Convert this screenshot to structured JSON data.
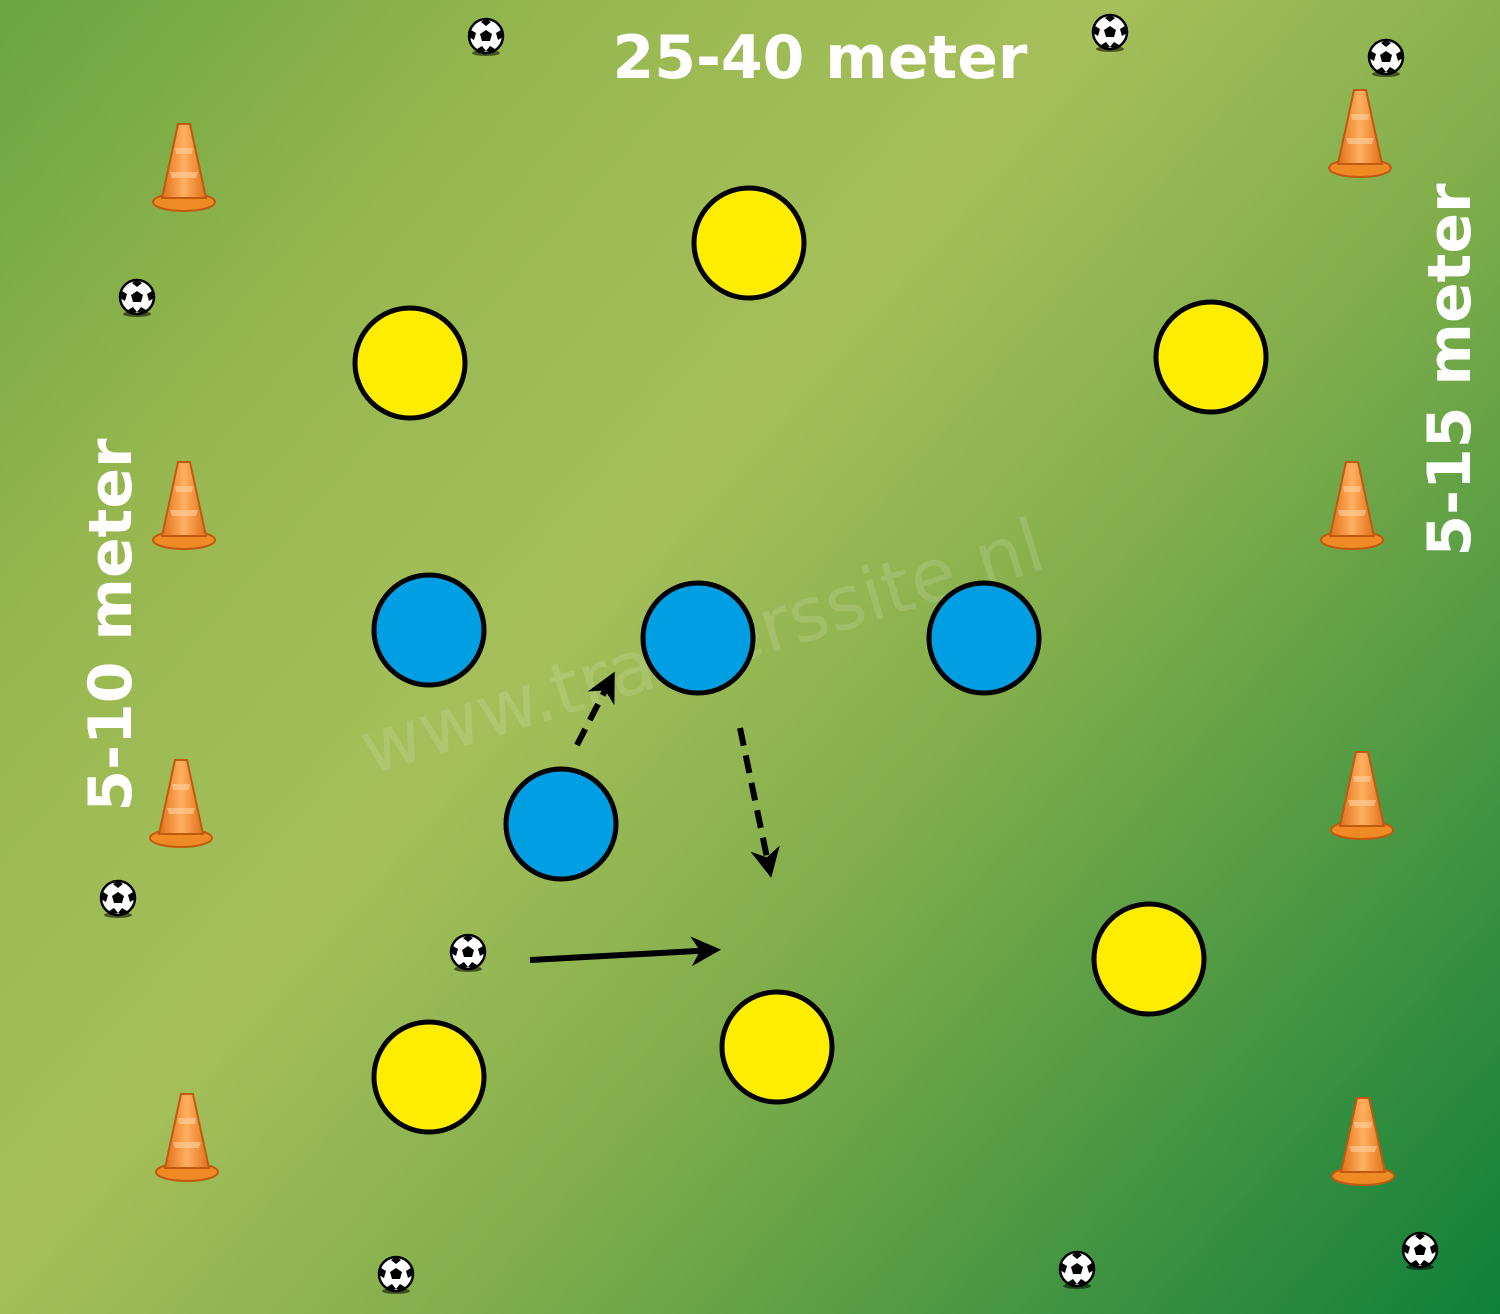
{
  "labels": {
    "width": "25-40 meter",
    "left_height": "5-10 meter",
    "right_height": "5-15 meter",
    "watermark": "www.trainerssite.nl"
  },
  "colors": {
    "field_light": "#a6bf5a",
    "field_dark_top_left": "#6aa53f",
    "field_dark_bottom_right": "#0f7f3a",
    "team_yellow": "#ffed00",
    "team_blue": "#009fe3",
    "cone": "#f08a24",
    "outline": "#000000",
    "text": "#ffffff"
  },
  "legend_icons": {
    "player": "player-disc",
    "cone": "cone-icon",
    "ball": "football-icon",
    "pass_arrow": "solid-arrow",
    "run_arrow": "dashed-arrow"
  }
}
